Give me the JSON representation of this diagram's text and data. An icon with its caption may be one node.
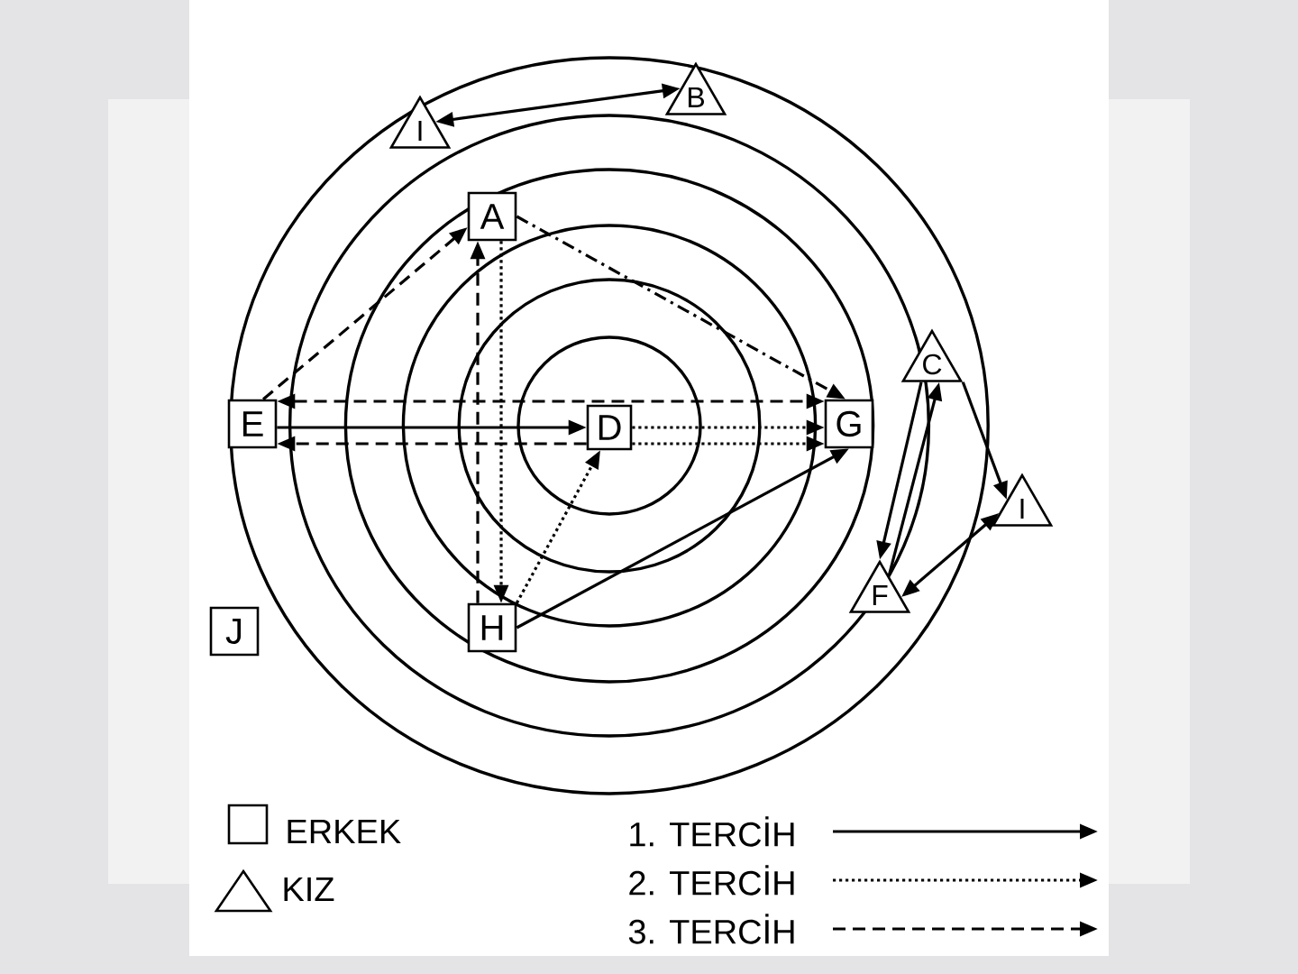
{
  "diagram": {
    "nodes": [
      {
        "text": [
          "I"
        ]
      },
      {
        "text": [
          "B"
        ]
      },
      {
        "text": [
          "A"
        ]
      },
      {
        "text": [
          "C"
        ]
      },
      {
        "text": [
          "E"
        ]
      },
      {
        "text": [
          "D"
        ]
      },
      {
        "text": [
          "G"
        ]
      },
      {
        "text": [
          "I"
        ]
      },
      {
        "text": [
          "F"
        ]
      },
      {
        "text": [
          "H"
        ]
      },
      {
        "text": [
          "J"
        ]
      }
    ],
    "edges": [
      {
        "from": 0,
        "to": 1,
        "arrow": "both"
      },
      {
        "from": 4,
        "to": 2,
        "arrow": "to",
        "style": "dashed"
      },
      {
        "from": 9,
        "to": 2,
        "arrow": "to",
        "style": "dashed"
      },
      {
        "from": 2,
        "to": 9,
        "arrow": "to",
        "style": "dashed"
      },
      {
        "from": 2,
        "to": 6,
        "arrow": "to",
        "style": "dashed"
      },
      {
        "from": 4,
        "to": 6,
        "arrow": "both",
        "style": "dashed"
      },
      {
        "from": 4,
        "to": 5,
        "arrow": "to"
      },
      {
        "from": 5,
        "to": 6,
        "arrow": "to",
        "style": "dashed"
      },
      {
        "from": 5,
        "to": 4,
        "arrow": "to",
        "style": "dashed"
      },
      {
        "from": 5,
        "to": 6,
        "arrow": "to",
        "style": "dashed"
      },
      {
        "from": 9,
        "to": 5,
        "arrow": "to",
        "style": "dashed"
      },
      {
        "from": 9,
        "to": 6,
        "arrow": "to"
      },
      {
        "from": 3,
        "to": 8,
        "arrow": "to"
      },
      {
        "from": 8,
        "to": 3,
        "arrow": "to"
      },
      {
        "from": 3,
        "to": 7,
        "arrow": "to"
      },
      {
        "from": 8,
        "to": 7,
        "arrow": "both"
      }
    ],
    "legend": [
      {
        "text": "ERKEK"
      },
      {
        "text": "KIZ"
      },
      {
        "text": "1. TERCİH"
      },
      {
        "text": "2. TERCİH"
      },
      {
        "text": "3. TERCİH"
      }
    ]
  }
}
